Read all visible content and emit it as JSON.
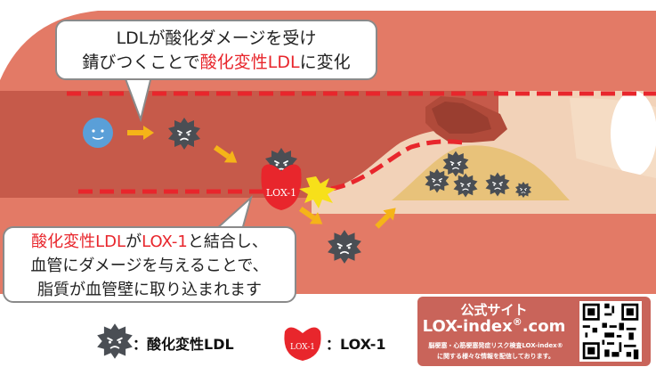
{
  "bubble_top": {
    "line1": "LDLが酸化ダメージを受け",
    "line2_prefix": "錆びつくことで",
    "line2_red": "酸化変性LDL",
    "line2_suffix": "に変化"
  },
  "bubble_bottom": {
    "line1_red1": "酸化変性LDL",
    "line1_mid": "が",
    "line1_red2": "LOX-1",
    "line1_suffix": "と結合し、",
    "line2": "血管にダメージを与えることで、",
    "line3": "脂質が血管壁に取り込まれます"
  },
  "lox1_label": "LOX-1",
  "legend": {
    "oxldl": "：酸化変性LDL",
    "lox1": "：LOX-1",
    "lox1_icon_text": "LOX-1"
  },
  "site": {
    "title": "公式サイト",
    "url": "LOX-index",
    "url_reg": "®",
    "url_suffix": ".com",
    "desc1": "脳梗塞・心筋梗塞発症リスク検査LOX-index®",
    "desc2": "に関する様々な情報を配信しております。"
  },
  "colors": {
    "vessel_outer": "#e37a66",
    "vessel_inner": "#c65a4a",
    "plaque": "#e8c27a",
    "wall_light": "#f5dcc4",
    "red_accent": "#e8262c",
    "arrow": "#f5b418",
    "oxldl": "#4a4e54",
    "ldl": "#5a9fd8",
    "site_bg": "#c9645a"
  },
  "icons": [
    "ldl-particle-icon",
    "oxldl-particle-icon",
    "lox1-receptor-icon",
    "arrow-icon",
    "qr-code-icon"
  ]
}
